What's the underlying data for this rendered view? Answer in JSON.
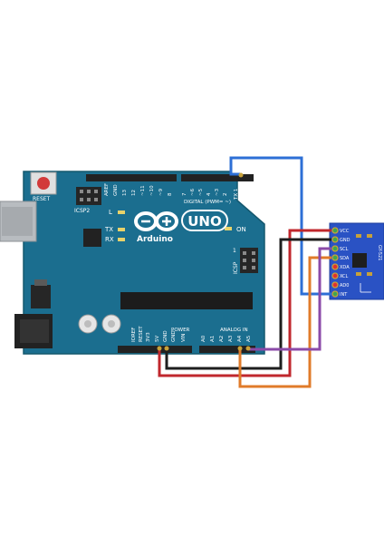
{
  "board": {
    "brand_name": "Arduino",
    "model": "UNO",
    "reset_label": "RESET",
    "icsp2_label": "ICSP2",
    "icsp_label": "ICSP",
    "led_l": "L",
    "led_tx": "TX",
    "led_rx": "RX",
    "led_on": "ON",
    "digital_label": "DIGITAL (PWM= ~)",
    "power_label": "POWER",
    "analog_label": "ANALOG IN",
    "top_pin_labels": [
      "AREF",
      "GND",
      "13",
      "12",
      "~11",
      "~10",
      "~9",
      "8",
      "7",
      "~6",
      "~5",
      "4",
      "~3",
      "2",
      "TX 1",
      "RX 0"
    ],
    "power_pin_labels": [
      "IOREF",
      "RESET",
      "3V3",
      "5V",
      "GND",
      "GND",
      "VIN"
    ],
    "analog_pin_labels": [
      "A0",
      "A1",
      "A2",
      "A3",
      "A4",
      "A5"
    ],
    "icsp_pin_marker": "1"
  },
  "module": {
    "name": "GY-521",
    "pin_labels": [
      "VCC",
      "GND",
      "SCL",
      "SDA",
      "XDA",
      "XCL",
      "AD0",
      "INT"
    ]
  },
  "colors": {
    "board": "#1b6e8f",
    "board_edge": "#15586f",
    "module": "#2a52c4",
    "wire_red": "#c0272d",
    "wire_black": "#1e1e1e",
    "wire_orange": "#e07b2a",
    "wire_purple": "#8b4aa8",
    "wire_blue": "#2d6fd6"
  }
}
